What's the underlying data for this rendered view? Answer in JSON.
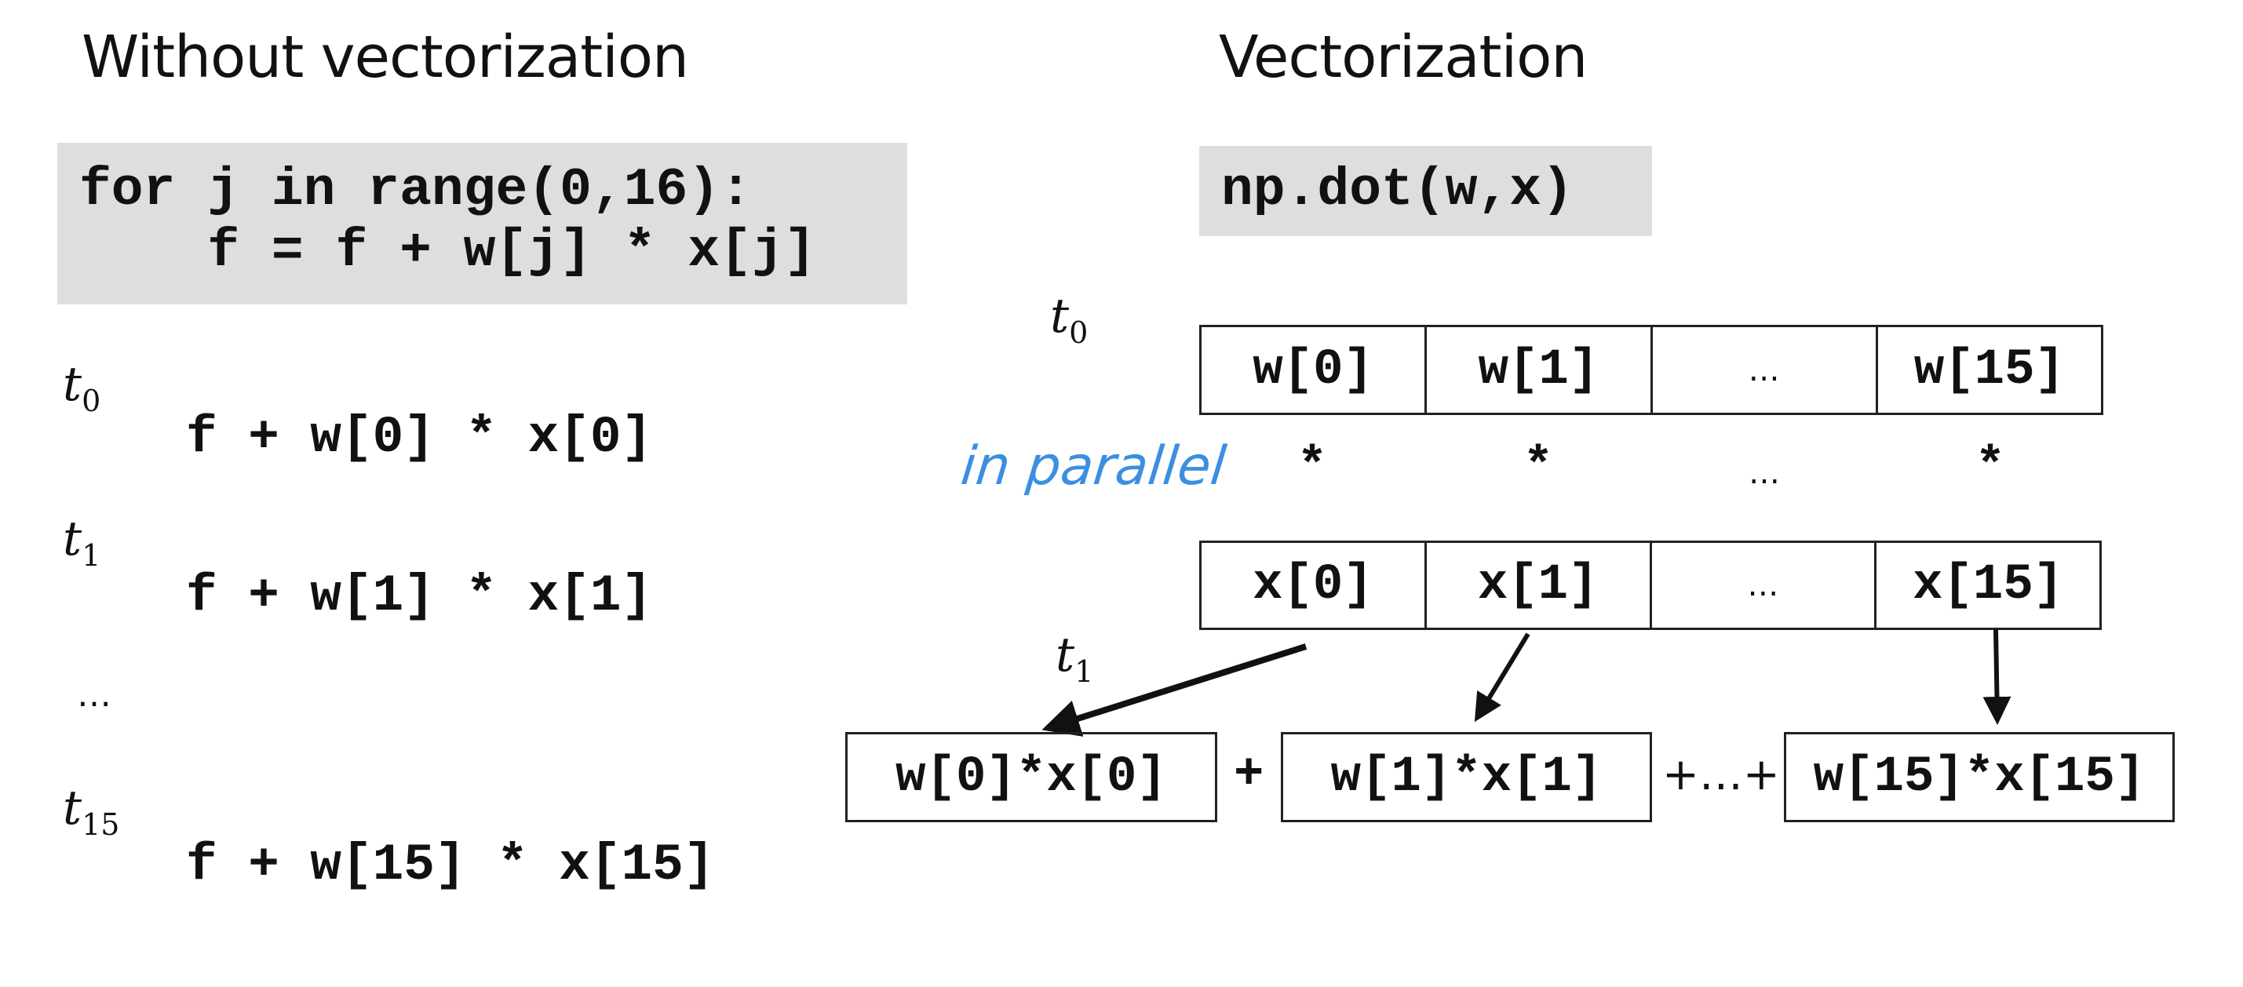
{
  "left": {
    "title": "Without vectorization",
    "code_line1": "for j in range(0,16):",
    "code_line2": "    f = f + w[j] * x[j]",
    "steps": [
      {
        "t": "t",
        "sub": "0",
        "expr": "f + w[0] * x[0]"
      },
      {
        "t": "t",
        "sub": "1",
        "expr": "f + w[1] * x[1]"
      },
      {
        "ellipsis": "…"
      },
      {
        "t": "t",
        "sub": "15",
        "expr": "f + w[15] * x[15]"
      }
    ]
  },
  "right": {
    "title": "Vectorization",
    "code": "np.dot(w,x)",
    "t0": {
      "t": "t",
      "sub": "0"
    },
    "t1": {
      "t": "t",
      "sub": "1"
    },
    "w_cells": [
      "w[0]",
      "w[1]",
      "…",
      "w[15]"
    ],
    "ops": [
      "*",
      "*",
      "…",
      "*"
    ],
    "x_cells": [
      "x[0]",
      "x[1]",
      "…",
      "x[15]"
    ],
    "annotation": "in parallel",
    "results": [
      "w[0]*x[0]",
      "w[1]*x[1]",
      "w[15]*x[15]"
    ],
    "plus1": "+",
    "plus2": "+…+",
    "annotation_color": "#3b8fe0"
  }
}
